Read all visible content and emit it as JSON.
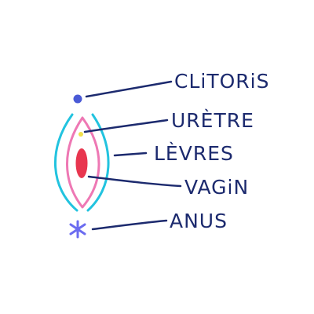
{
  "labels": {
    "clitoris": "CLiTORiS",
    "uretre": "URÈTRE",
    "levres": "LÈVRES",
    "vagin": "VAGiN",
    "anus": "ANUS"
  },
  "colors": {
    "ink": "#1c2a6e",
    "cyan": "#22c3df",
    "pink": "#ee78b4",
    "red": "#e8364f",
    "yellow": "#f1e14a",
    "blue_dot": "#4a5ad6",
    "star": "#6b6cf0"
  }
}
